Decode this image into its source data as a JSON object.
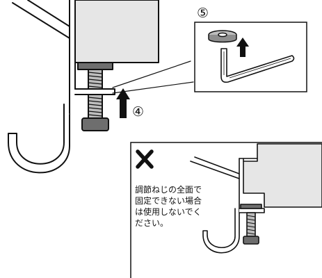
{
  "steps": {
    "step4": "④",
    "step5": "⑤"
  },
  "warning": {
    "mark": "✕",
    "lines": [
      "調節ねじの全面で",
      "固定できない場合",
      "は使用しないでく",
      "ださい。"
    ]
  },
  "colors": {
    "ink": "#111111",
    "panel_fill": "#e6e6e6",
    "metal_fill": "#bdbdbd",
    "dark_metal": "#6e6e6e",
    "paper": "#ffffff"
  },
  "icons": {
    "arrow": "up-arrow-icon",
    "wrench": "hex-key-icon",
    "cross": "cross-mark-icon"
  }
}
